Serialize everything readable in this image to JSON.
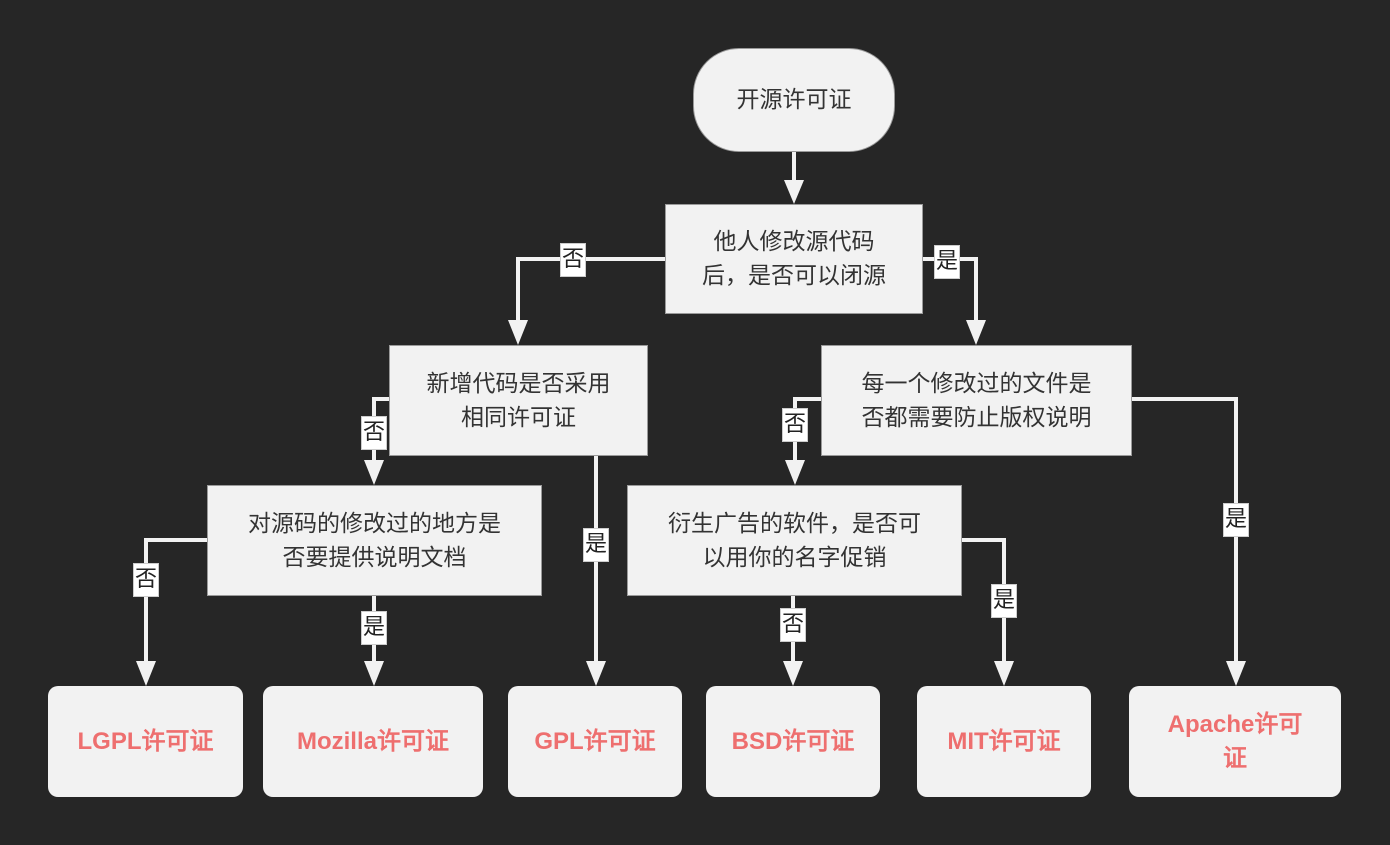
{
  "diagram": {
    "type": "flowchart",
    "title": "开源许可证",
    "colors": {
      "background": "#262626",
      "node_fill": "#f2f2f2",
      "node_text": "#333333",
      "leaf_text": "#ee6f6f",
      "edge": "#f2f2f2"
    },
    "nodes": {
      "start": {
        "label": "开源许可证"
      },
      "q_close_source": {
        "lines": [
          "他人修改源代码",
          "后，是否可以闭源"
        ]
      },
      "q_same_license": {
        "lines": [
          "新增代码是否采用",
          "相同许可证"
        ]
      },
      "q_copyright_notice": {
        "lines": [
          "每一个修改过的文件是",
          "否都需要防止版权说明"
        ]
      },
      "q_change_docs": {
        "lines": [
          "对源码的修改过的地方是",
          "否要提供说明文档"
        ]
      },
      "q_promote_name": {
        "lines": [
          "衍生广告的软件，是否可",
          "以用你的名字促销"
        ]
      },
      "leaf_lgpl": {
        "label": "LGPL许可证"
      },
      "leaf_mozilla": {
        "label": "Mozilla许可证"
      },
      "leaf_gpl": {
        "label": "GPL许可证"
      },
      "leaf_bsd": {
        "label": "BSD许可证"
      },
      "leaf_mit": {
        "label": "MIT许可证"
      },
      "leaf_apache": {
        "lines": [
          "Apache许可",
          "证"
        ]
      }
    },
    "edges": [
      {
        "from": "start",
        "to": "q_close_source",
        "label": ""
      },
      {
        "from": "q_close_source",
        "to": "q_same_license",
        "label": "否"
      },
      {
        "from": "q_close_source",
        "to": "q_copyright_notice",
        "label": "是"
      },
      {
        "from": "q_same_license",
        "to": "q_change_docs",
        "label": "否"
      },
      {
        "from": "q_same_license",
        "to": "leaf_gpl",
        "label": "是"
      },
      {
        "from": "q_copyright_notice",
        "to": "q_promote_name",
        "label": "否"
      },
      {
        "from": "q_copyright_notice",
        "to": "leaf_apache",
        "label": "是"
      },
      {
        "from": "q_change_docs",
        "to": "leaf_lgpl",
        "label": "否"
      },
      {
        "from": "q_change_docs",
        "to": "leaf_mozilla",
        "label": "是"
      },
      {
        "from": "q_promote_name",
        "to": "leaf_bsd",
        "label": "否"
      },
      {
        "from": "q_promote_name",
        "to": "leaf_mit",
        "label": "是"
      }
    ]
  }
}
